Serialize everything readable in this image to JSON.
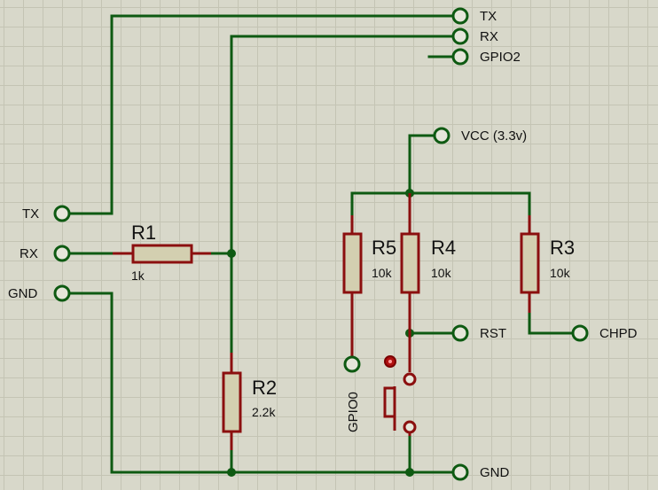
{
  "terminals": {
    "tx_top": "TX",
    "rx_top": "RX",
    "gpio2": "GPIO2",
    "vcc": "VCC (3.3v)",
    "tx_left": "TX",
    "rx_left": "RX",
    "gnd_left": "GND",
    "rst": "RST",
    "chpd": "CHPD",
    "gpio0": "GPIO0",
    "gnd_bottom": "GND"
  },
  "resistors": [
    {
      "ref": "R1",
      "value": "1k"
    },
    {
      "ref": "R2",
      "value": "2.2k"
    },
    {
      "ref": "R3",
      "value": "10k"
    },
    {
      "ref": "R4",
      "value": "10k"
    },
    {
      "ref": "R5",
      "value": "10k"
    }
  ],
  "colors": {
    "wire": "#0e5a12",
    "component": "#8b0f0f",
    "resistor_body": "#d3cfb0",
    "grid": "#c4c4b4",
    "background": "#d8d8ca"
  },
  "icons": {
    "switch": "push-button-switch-icon",
    "probe": "red-probe-marker-icon"
  }
}
